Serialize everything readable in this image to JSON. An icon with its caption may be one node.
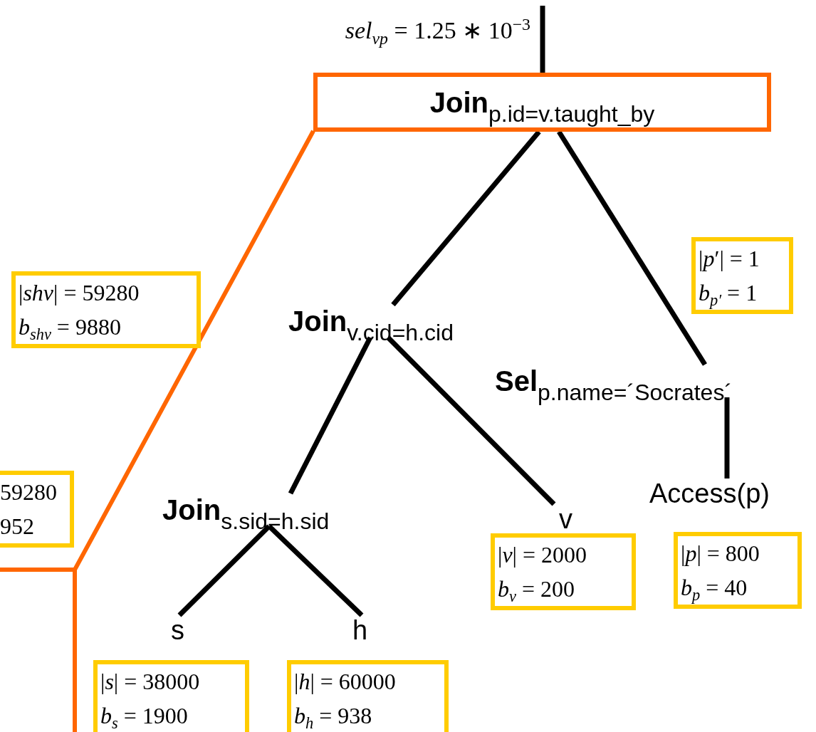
{
  "diagram": {
    "nodes": [
      {
        "text": [
          "**Join**$_{p.id=v.taught_by}$"
        ]
      },
      {
        "text": [
          "**Join**$_{v.cid=h.cid}$"
        ]
      },
      {
        "text": [
          "**Sel**$_{p.name=´Socrates´}$"
        ]
      },
      {
        "text": [
          "**Join**$_{s.sid=h.sid}$"
        ]
      },
      {
        "text": [
          "v"
        ]
      },
      {
        "text": [
          "Access(p)"
        ]
      },
      {
        "text": [
          "s"
        ]
      },
      {
        "text": [
          "h"
        ]
      },
      {
        "text": [
          "|*shv*| = 59280",
          "*b*$_{shv}$ = 9880"
        ]
      },
      {
        "text": [
          "|*p*′| = 1",
          "*b*$_{p′}$ = 1"
        ]
      },
      {
        "text": [
          "59280",
          "952"
        ]
      },
      {
        "text": [
          "|*s*| = 38000",
          "*b*$_{s}$ = 1900"
        ]
      },
      {
        "text": [
          "|*h*| = 60000",
          "*b*$_{h}$ = 938"
        ]
      },
      {
        "text": [
          "|*v*| = 2000",
          "*b*$_{v}$ = 200"
        ]
      },
      {
        "text": [
          "|*p*| = 800",
          "*b*$_{p}$ = 40"
        ]
      }
    ],
    "edges": [
      {
        "from": null,
        "to": 0,
        "arrow": "none"
      },
      {
        "from": 0,
        "to": 1,
        "arrow": "none"
      },
      {
        "from": 0,
        "to": 2,
        "arrow": "none"
      },
      {
        "from": 1,
        "to": 3,
        "arrow": "none"
      },
      {
        "from": 1,
        "to": 4,
        "arrow": "none"
      },
      {
        "from": 2,
        "to": 5,
        "arrow": "none"
      },
      {
        "from": 3,
        "to": 6,
        "arrow": "none"
      },
      {
        "from": 3,
        "to": 7,
        "arrow": "none"
      }
    ],
    "labels": [
      "*sel*$_{vp}$ = 1.25 ∗ 10$^{−3}$"
    ]
  }
}
